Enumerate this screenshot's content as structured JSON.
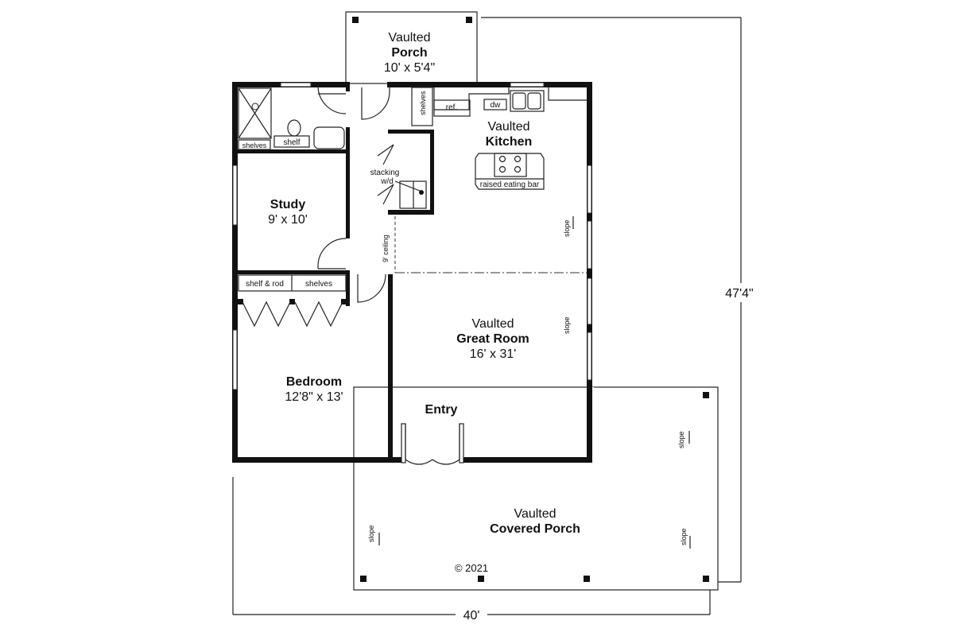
{
  "rooms": {
    "porch": {
      "line1": "Vaulted",
      "name": "Porch",
      "size": "10' x 5'4\""
    },
    "kitchen": {
      "line1": "Vaulted",
      "name": "Kitchen"
    },
    "study": {
      "name": "Study",
      "size": "9' x 10'"
    },
    "bedroom": {
      "name": "Bedroom",
      "size": "12'8\" x 13'"
    },
    "great_room": {
      "line1": "Vaulted",
      "name": "Great Room",
      "size": "16' x 31'"
    },
    "entry": {
      "name": "Entry"
    },
    "covered_porch": {
      "line1": "Vaulted",
      "name": "Covered Porch"
    }
  },
  "fixtures": {
    "shelves_bath": "shelves",
    "shelf": "shelf",
    "shelves_hall": "shelves",
    "ref": "ref.",
    "dw": "dw",
    "raised_eating_bar": "raised eating bar",
    "stacking_1": "stacking",
    "stacking_2": "w/d",
    "ceiling": "9' ceiling",
    "shelf_rod": "shelf & rod",
    "shelves_closet": "shelves",
    "slope": "slope"
  },
  "dimensions": {
    "depth": "47'4\"",
    "width": "40'"
  },
  "copyright": "© 2021"
}
